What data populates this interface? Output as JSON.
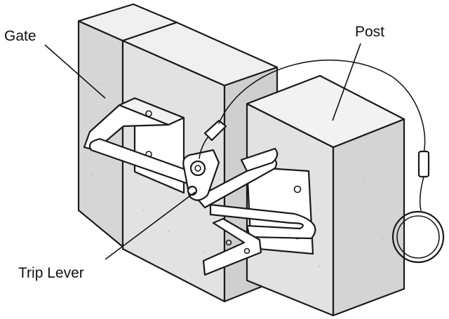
{
  "labels": {
    "gate": "Gate",
    "post": "Post",
    "trip_lever": "Trip Lever"
  },
  "colors": {
    "line": "#1a1a1a",
    "face_light": "#f0f0f0",
    "face_mid": "#e4e4e4",
    "face_dark": "#d6d6d6",
    "hardware": "#ffffff",
    "background": "#ffffff"
  }
}
